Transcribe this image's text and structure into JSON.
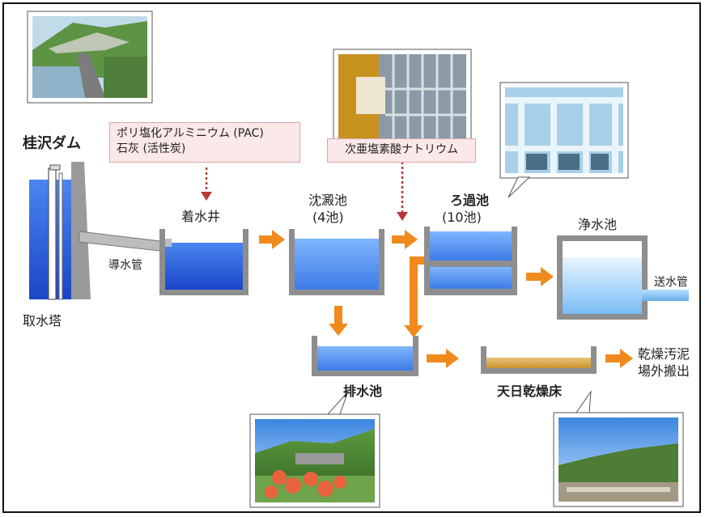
{
  "labels": {
    "dam": "桂沢ダム",
    "intake_tower": "取水塔",
    "conduit": "導水管",
    "receiving_well": "着水井",
    "sedimentation_name": "沈澱池",
    "sedimentation_count": "(4池)",
    "filter_name": "ろ過池",
    "filter_count": "(10池)",
    "clear_well": "浄水池",
    "transmission_pipe": "送水管",
    "drain_basin": "排水池",
    "sun_dry_bed": "天日乾燥床",
    "dry_sludge_line1": "乾燥汚泥",
    "dry_sludge_line2": "場外搬出"
  },
  "notes": {
    "chemicals_line1": "ポリ塩化アルミニウム (PAC)",
    "chemicals_line2": "石灰 (活性炭)",
    "chlorine": "次亜塩素酸ナトリウム"
  },
  "colors": {
    "flow_arrow": "#f08a1c",
    "dose_arrow": "#b73838",
    "water_dark": "#1f55d6",
    "water_light": "#8fc6ff",
    "sludge": "#d8a443",
    "tank_wall": "#8e8e8e"
  }
}
